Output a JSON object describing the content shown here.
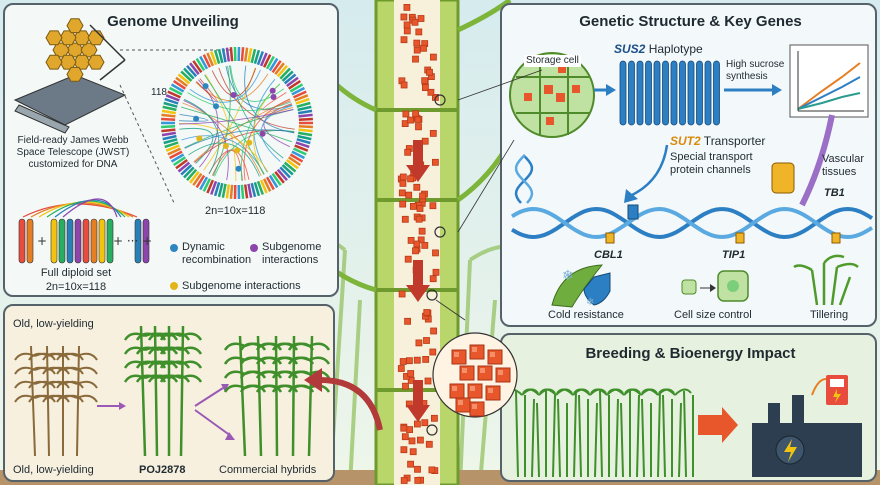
{
  "genome_panel": {
    "title": "Genome Unveiling",
    "telescope_caption": "Field-ready James Webb Space Telescope (JWST) customized for DNA",
    "circle_count": "118",
    "circle_formula": "2n=10x=118",
    "diploid_caption_line1": "Full diploid set",
    "diploid_caption_line2": "2n=10x=118",
    "legend": [
      {
        "label": "Dynamic recombination",
        "color": "#2e86c1"
      },
      {
        "label": "Subgenome interactions",
        "color": "#8e44ad"
      },
      {
        "label": "Subgenome interactions",
        "color": "#e2b619"
      }
    ]
  },
  "genetic_panel": {
    "title": "Genetic Structure & Key Genes",
    "storage_cell": "Storage cell",
    "sus2_gene": "SUS2",
    "sus2_suffix": " Haplotype",
    "sucrose_label": "High sucrose synthesis",
    "sut2_gene": "SUT2",
    "sut2_suffix": " Transporter",
    "sut2_desc": "Special transport protein channels",
    "vascular": "Vascular tissues",
    "tb1": "TB1",
    "cbl1": "CBL1",
    "tip1": "TIP1",
    "cold": "Cold resistance",
    "cellsize": "Cell size control",
    "tillering": "Tillering"
  },
  "breeding_left": {
    "old_top": "Old, low-yielding",
    "old_bottom": "Old, low-yielding",
    "poj": "POJ2878",
    "commercial": "Commercial hybrids"
  },
  "bioenergy_panel": {
    "title": "Breeding & Bioenergy Impact"
  },
  "colors": {
    "sugar_cube": "#e8562c",
    "cane_stem": "#9cc24b",
    "dna_blue": "#2d7fc4",
    "accent_red": "#c0392b"
  }
}
